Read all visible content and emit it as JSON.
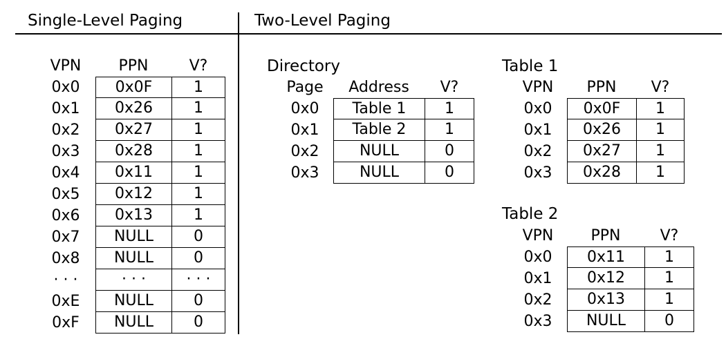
{
  "sections": {
    "single_title": "Single-Level Paging",
    "two_title": "Two-Level Paging"
  },
  "single": {
    "headers": [
      "VPN",
      "PPN",
      "V?"
    ],
    "rows": [
      [
        "0x0",
        "0x0F",
        "1"
      ],
      [
        "0x1",
        "0x26",
        "1"
      ],
      [
        "0x2",
        "0x27",
        "1"
      ],
      [
        "0x3",
        "0x28",
        "1"
      ],
      [
        "0x4",
        "0x11",
        "1"
      ],
      [
        "0x5",
        "0x12",
        "1"
      ],
      [
        "0x6",
        "0x13",
        "1"
      ],
      [
        "0x7",
        "NULL",
        "0"
      ],
      [
        "0x8",
        "NULL",
        "0"
      ],
      [
        "· · ·",
        "· · ·",
        "· · ·"
      ],
      [
        "0xE",
        "NULL",
        "0"
      ],
      [
        "0xF",
        "NULL",
        "0"
      ]
    ]
  },
  "directory": {
    "caption": "Directory",
    "headers": [
      "Page",
      "Address",
      "V?"
    ],
    "rows": [
      [
        "0x0",
        "Table 1",
        "1"
      ],
      [
        "0x1",
        "Table 2",
        "1"
      ],
      [
        "0x2",
        "NULL",
        "0"
      ],
      [
        "0x3",
        "NULL",
        "0"
      ]
    ]
  },
  "table1": {
    "caption": "Table 1",
    "headers": [
      "VPN",
      "PPN",
      "V?"
    ],
    "rows": [
      [
        "0x0",
        "0x0F",
        "1"
      ],
      [
        "0x1",
        "0x26",
        "1"
      ],
      [
        "0x2",
        "0x27",
        "1"
      ],
      [
        "0x3",
        "0x28",
        "1"
      ]
    ]
  },
  "table2": {
    "caption": "Table 2",
    "headers": [
      "VPN",
      "PPN",
      "V?"
    ],
    "rows": [
      [
        "0x0",
        "0x11",
        "1"
      ],
      [
        "0x1",
        "0x12",
        "1"
      ],
      [
        "0x2",
        "0x13",
        "1"
      ],
      [
        "0x3",
        "NULL",
        "0"
      ]
    ]
  }
}
